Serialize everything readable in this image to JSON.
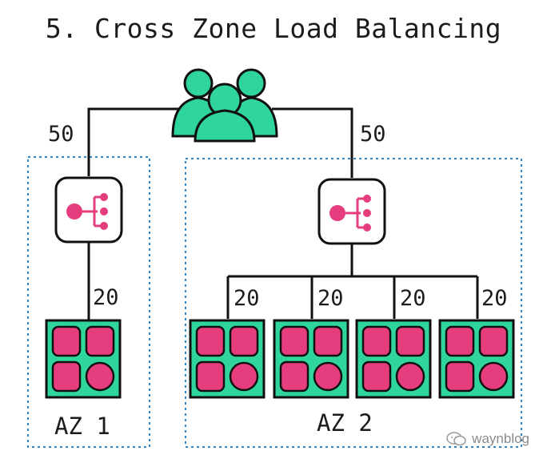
{
  "title": "5. Cross Zone Load Balancing",
  "links": {
    "left_top": "50",
    "right_top": "50",
    "az1_instance": "20",
    "az2_instance_1": "20",
    "az2_instance_2": "20",
    "az2_instance_3": "20",
    "az2_instance_4": "20"
  },
  "zones": {
    "az1": "AZ 1",
    "az2": "AZ 2"
  },
  "watermark": "waynblog",
  "colors": {
    "users": "#2fd59a",
    "instance": "#2fd59a",
    "instance_cells": "#e53d7d",
    "balancer_icon": "#e53d7d",
    "zone_border": "#2e86c9",
    "line": "#111111"
  },
  "icons": {
    "users": "users-group-icon",
    "balancer": "load-balancer-icon",
    "instance": "instance-grid-icon"
  }
}
